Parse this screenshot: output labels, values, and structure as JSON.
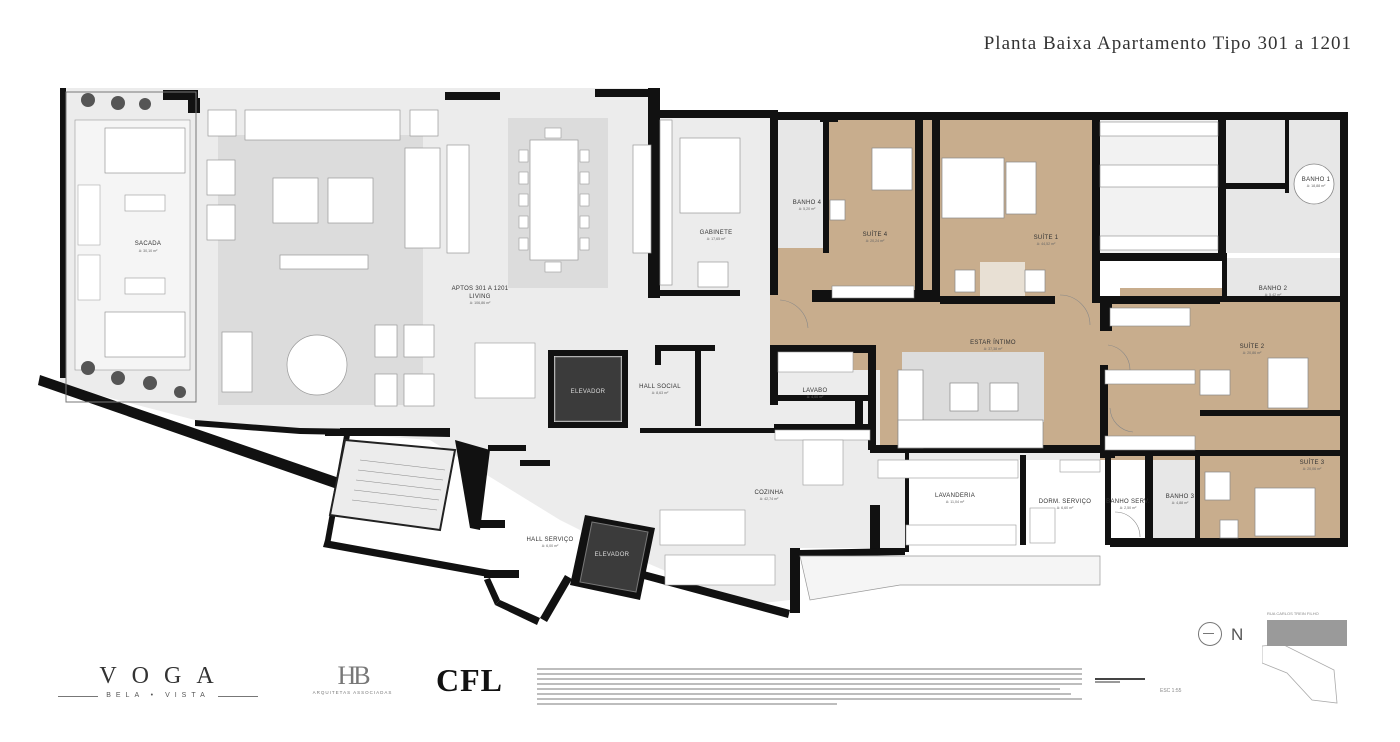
{
  "title": "Planta Baixa Apartamento Tipo  301 a 1201",
  "rooms": {
    "sacada": {
      "label": "SACADA",
      "area": "A: 30,10 m²"
    },
    "living": {
      "label": "APTOS 301 A 1201",
      "sub": "LIVING",
      "area": "A: 106,86 m²"
    },
    "gabinete": {
      "label": "GABINETE",
      "area": "A: 17,65 m²"
    },
    "banho4": {
      "label": "BANHO 4",
      "area": "A: 5,20 m²"
    },
    "suite4": {
      "label": "SUÍTE 4",
      "area": "A: 20,24 m²"
    },
    "suite1": {
      "label": "SUÍTE 1",
      "area": "A: 44,52 m²"
    },
    "banho1": {
      "label": "BANHO 1",
      "area": "A: 18,88 m²"
    },
    "banho2": {
      "label": "BANHO 2",
      "area": "A: 5,42 m²"
    },
    "suite2": {
      "label": "SUÍTE 2",
      "area": "A: 20,86 m²"
    },
    "suite3": {
      "label": "SUÍTE 3",
      "area": "A: 20,06 m²"
    },
    "banho3": {
      "label": "BANHO 3",
      "area": "A: 4,88 m²"
    },
    "estar": {
      "label": "ESTAR ÍNTIMO",
      "area": "A: 37,38 m²"
    },
    "elevador1": {
      "label": "ELEVADOR"
    },
    "hallsocial": {
      "label": "HALL SOCIAL",
      "area": "A: 8,63 m²"
    },
    "lavabo": {
      "label": "LAVABO",
      "area": "A: 4,00 m²"
    },
    "cozinha": {
      "label": "COZINHA",
      "area": "A: 42,74 m²"
    },
    "lavanderia": {
      "label": "LAVANDERIA",
      "area": "A: 11,04 m²"
    },
    "dorm": {
      "label": "DORM. SERVIÇO",
      "area": "A: 6,60 m²"
    },
    "banhoserv": {
      "label": "BANHO SERV.",
      "area": "A: 2,50 m²"
    },
    "hallservico": {
      "label": "HALL SERVIÇO",
      "area": "A: 6,00 m²"
    },
    "elevador2": {
      "label": "ELEVADOR"
    }
  },
  "branding": {
    "voga": "VOGA",
    "voga_sub": "BELA • VISTA",
    "hb": "HB",
    "hb_sub": "ARQUITETAS ASSOCIADAS",
    "cfl": "CFL"
  },
  "compass_letter": "N",
  "street": "RUA CARLOS TREIN FILHO",
  "scale": "ESC 1:55",
  "colors": {
    "wood": "#c8ad8d",
    "stone": "#ececec",
    "rug": "#dcdcdc",
    "wall": "#111111",
    "elevator": "#3b3b3b"
  }
}
